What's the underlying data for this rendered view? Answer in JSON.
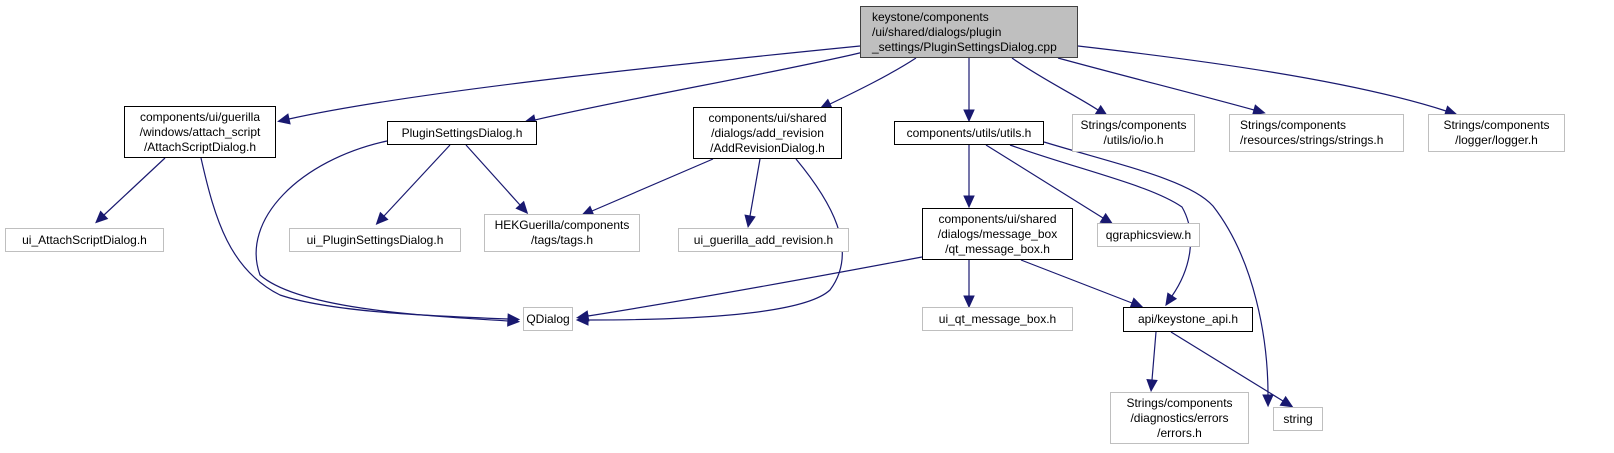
{
  "graph": {
    "title": "Include dependency graph for PluginSettingsDialog.cpp",
    "edge_color": "#191970",
    "nodes": [
      {
        "id": "root",
        "kind": "root",
        "lines": [
          "keystone/components",
          "/ui/shared/dialogs/plugin",
          "_settings/PluginSettingsDialog.cpp"
        ]
      },
      {
        "id": "attach_script_dialog_h",
        "kind": "doc",
        "lines": [
          "components/ui/guerilla",
          "/windows/attach_script",
          "/AttachScriptDialog.h"
        ]
      },
      {
        "id": "plugin_settings_dialog_h",
        "kind": "doc",
        "lines": [
          "PluginSettingsDialog.h"
        ]
      },
      {
        "id": "add_revision_dialog_h",
        "kind": "doc",
        "lines": [
          "components/ui/shared",
          "/dialogs/add_revision",
          "/AddRevisionDialog.h"
        ]
      },
      {
        "id": "utils_h",
        "kind": "doc",
        "lines": [
          "components/utils/utils.h"
        ]
      },
      {
        "id": "io_h",
        "kind": "ext",
        "lines": [
          "Strings/components",
          "/utils/io/io.h"
        ]
      },
      {
        "id": "strings_h",
        "kind": "ext",
        "lines": [
          "Strings/components",
          "/resources/strings/strings.h"
        ]
      },
      {
        "id": "logger_h",
        "kind": "ext",
        "lines": [
          "Strings/components",
          "/logger/logger.h"
        ]
      },
      {
        "id": "ui_attach_script_dialog_h",
        "kind": "ext",
        "lines": [
          "ui_AttachScriptDialog.h"
        ]
      },
      {
        "id": "ui_plugin_settings_dialog_h",
        "kind": "ext",
        "lines": [
          "ui_PluginSettingsDialog.h"
        ]
      },
      {
        "id": "tags_h",
        "kind": "ext",
        "lines": [
          "HEKGuerilla/components",
          "/tags/tags.h"
        ]
      },
      {
        "id": "ui_guerilla_add_revision_h",
        "kind": "ext",
        "lines": [
          "ui_guerilla_add_revision.h"
        ]
      },
      {
        "id": "qt_message_box_h",
        "kind": "doc",
        "lines": [
          "components/ui/shared",
          "/dialogs/message_box",
          "/qt_message_box.h"
        ]
      },
      {
        "id": "qgraphicsview_h",
        "kind": "ext",
        "lines": [
          "qgraphicsview.h"
        ]
      },
      {
        "id": "qdialog",
        "kind": "ext",
        "lines": [
          "QDialog"
        ]
      },
      {
        "id": "ui_qt_message_box_h",
        "kind": "ext",
        "lines": [
          "ui_qt_message_box.h"
        ]
      },
      {
        "id": "keystone_api_h",
        "kind": "doc",
        "lines": [
          "api/keystone_api.h"
        ]
      },
      {
        "id": "errors_h",
        "kind": "ext",
        "lines": [
          "Strings/components",
          "/diagnostics/errors",
          "/errors.h"
        ]
      },
      {
        "id": "string",
        "kind": "ext",
        "lines": [
          "string"
        ]
      }
    ],
    "edges": [
      {
        "from": "root",
        "to": "attach_script_dialog_h"
      },
      {
        "from": "root",
        "to": "plugin_settings_dialog_h"
      },
      {
        "from": "root",
        "to": "add_revision_dialog_h"
      },
      {
        "from": "root",
        "to": "utils_h"
      },
      {
        "from": "root",
        "to": "io_h"
      },
      {
        "from": "root",
        "to": "strings_h"
      },
      {
        "from": "root",
        "to": "logger_h"
      },
      {
        "from": "attach_script_dialog_h",
        "to": "ui_attach_script_dialog_h"
      },
      {
        "from": "attach_script_dialog_h",
        "to": "qdialog"
      },
      {
        "from": "plugin_settings_dialog_h",
        "to": "ui_plugin_settings_dialog_h"
      },
      {
        "from": "plugin_settings_dialog_h",
        "to": "tags_h"
      },
      {
        "from": "plugin_settings_dialog_h",
        "to": "qdialog"
      },
      {
        "from": "add_revision_dialog_h",
        "to": "tags_h"
      },
      {
        "from": "add_revision_dialog_h",
        "to": "ui_guerilla_add_revision_h"
      },
      {
        "from": "add_revision_dialog_h",
        "to": "qdialog"
      },
      {
        "from": "utils_h",
        "to": "qt_message_box_h"
      },
      {
        "from": "utils_h",
        "to": "qgraphicsview_h"
      },
      {
        "from": "utils_h",
        "to": "keystone_api_h"
      },
      {
        "from": "utils_h",
        "to": "string"
      },
      {
        "from": "qt_message_box_h",
        "to": "qdialog"
      },
      {
        "from": "qt_message_box_h",
        "to": "ui_qt_message_box_h"
      },
      {
        "from": "qt_message_box_h",
        "to": "keystone_api_h"
      },
      {
        "from": "keystone_api_h",
        "to": "errors_h"
      },
      {
        "from": "keystone_api_h",
        "to": "string"
      }
    ]
  }
}
